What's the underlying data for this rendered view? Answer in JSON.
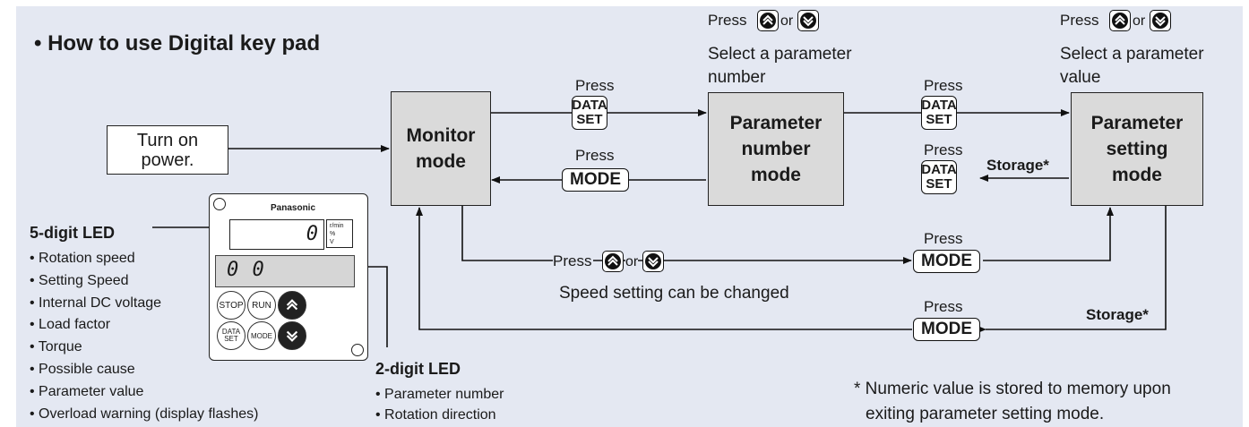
{
  "title": "• How to use Digital key pad",
  "press": "Press",
  "or": "or",
  "keys": {
    "data_line1": "DATA",
    "data_line2": "SET",
    "mode": "MODE",
    "stop": "STOP",
    "run": "RUN",
    "mode_small": "MODE"
  },
  "boxes": {
    "power_l1": "Turn on",
    "power_l2": "power.",
    "monitor_l1": "Monitor",
    "monitor_l2": "mode",
    "pnum_l1": "Parameter",
    "pnum_l2": "number",
    "pnum_l3": "mode",
    "pset_l1": "Parameter",
    "pset_l2": "setting",
    "pset_l3": "mode"
  },
  "captions": {
    "select_num_l1": "Select a parameter",
    "select_num_l2": "number",
    "select_val_l1": "Select a parameter",
    "select_val_l2": "value",
    "storage": "Storage*",
    "speed_change": "Speed setting can be changed"
  },
  "keypad": {
    "brand": "Panasonic",
    "led5_value": "0",
    "led2_value": "0 0",
    "unit_r": "r/min",
    "unit_pct": "%",
    "unit_v": "V"
  },
  "led5": {
    "heading": "5-digit LED",
    "items": [
      "• Rotation speed",
      "• Setting Speed",
      "• Internal DC voltage",
      "• Load factor",
      "• Torque",
      "• Possible cause",
      "• Parameter value",
      "• Overload warning (display flashes)"
    ]
  },
  "led2": {
    "heading": "2-digit LED",
    "items": [
      "• Parameter number",
      "• Rotation direction"
    ]
  },
  "footnote": {
    "l1": "* Numeric value is stored to memory upon",
    "l2": "exiting parameter setting mode."
  },
  "colors": {
    "panel": "#e4e8f2",
    "mode_box": "#dadada"
  }
}
